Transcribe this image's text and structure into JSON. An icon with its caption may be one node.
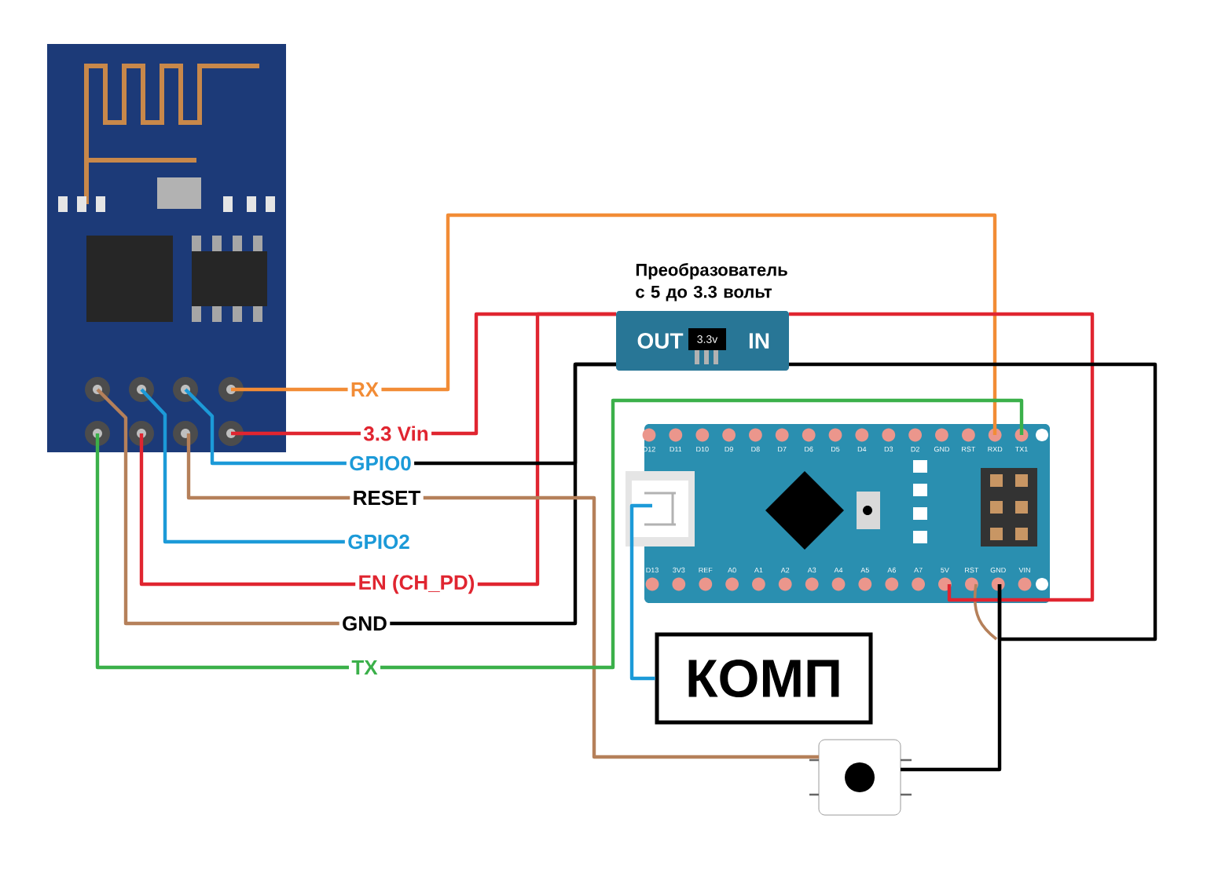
{
  "diagram": {
    "nodes": [
      {
        "text": [],
        "shape": "picture"
      },
      {
        "text": [
          "RX"
        ]
      },
      {
        "text": [
          "3.3 Vin"
        ]
      },
      {
        "text": [
          "GPIO0"
        ]
      },
      {
        "text": [
          "RESET"
        ]
      },
      {
        "text": [
          "GPIO2"
        ]
      },
      {
        "text": [
          "EN (CH_PD)"
        ]
      },
      {
        "text": [
          "GND"
        ]
      },
      {
        "text": [
          "TX"
        ]
      },
      {
        "text": [
          "Преобразователь с 5 до 3.3 вольт",
          "OUT",
          "3.3v",
          "IN"
        ]
      },
      {
        "text": [],
        "shape": "picture"
      },
      {
        "text": [
          "КОМП"
        ]
      },
      {
        "text": [],
        "shape": "picture"
      }
    ],
    "edges": [
      {
        "from": 0,
        "to": 1,
        "arrow": "none",
        "color": "#f28c36"
      },
      {
        "from": 0,
        "to": 2,
        "arrow": "none",
        "color": "#e02530"
      },
      {
        "from": 0,
        "to": 3,
        "arrow": "none",
        "color": "#1c9ad8"
      },
      {
        "from": 0,
        "to": 4,
        "arrow": "none",
        "color": "#b5805a"
      },
      {
        "from": 0,
        "to": 5,
        "arrow": "none",
        "color": "#1c9ad8"
      },
      {
        "from": 0,
        "to": 6,
        "arrow": "none",
        "color": "#e02530"
      },
      {
        "from": 0,
        "to": 7,
        "arrow": "none",
        "color": "#b5805a"
      },
      {
        "from": 0,
        "to": 8,
        "arrow": "none",
        "color": "#3bb04a"
      },
      {
        "from": 1,
        "to": 10,
        "arrow": "none",
        "color": "#f28c36"
      },
      {
        "from": 2,
        "to": 9,
        "arrow": "none",
        "color": "#e02530"
      },
      {
        "from": 6,
        "to": 9,
        "arrow": "none",
        "color": "#e02530"
      },
      {
        "from": 3,
        "to": 9,
        "arrow": "none",
        "color": "#000000"
      },
      {
        "from": 7,
        "to": 9,
        "arrow": "none",
        "color": "#000000"
      },
      {
        "from": 9,
        "to": 10,
        "arrow": "none",
        "color": "#e02530"
      },
      {
        "from": 9,
        "to": 10,
        "arrow": "none",
        "color": "#000000"
      },
      {
        "from": 4,
        "to": 12,
        "arrow": "none",
        "color": "#b5805a"
      },
      {
        "from": 8,
        "to": 10,
        "arrow": "none",
        "color": "#3bb04a"
      },
      {
        "from": 10,
        "to": 12,
        "arrow": "none",
        "color": "#000000"
      },
      {
        "from": 11,
        "to": 10,
        "arrow": "none",
        "color": "#1c9ad8"
      }
    ],
    "labels": [
      "D12",
      "D11",
      "D10",
      "D9",
      "D8",
      "D7",
      "D6",
      "D5",
      "D4",
      "D3",
      "D2",
      "GND",
      "RST",
      "RXD",
      "TX1",
      "D13",
      "3V3",
      "REF",
      "A0",
      "A1",
      "A2",
      "A3",
      "A4",
      "A5",
      "A6",
      "A7",
      "5V",
      "RST",
      "GND",
      "VIN"
    ]
  }
}
